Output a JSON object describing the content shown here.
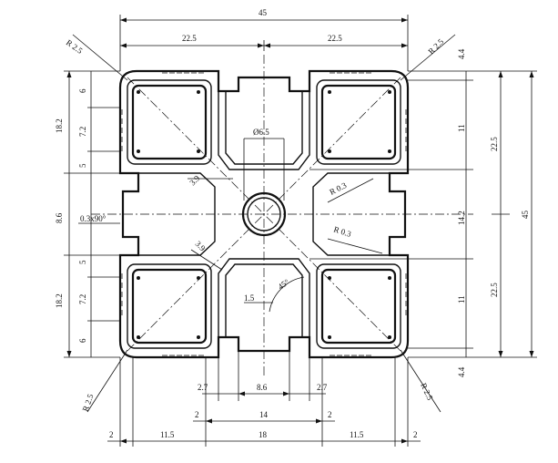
{
  "labels": {
    "top_overall": "45",
    "top_left_half": "22.5",
    "top_right_half": "22.5",
    "radius_top_left": "R 2.5",
    "radius_top_right": "R 2.5",
    "radius_bottom_left": "R 2.5",
    "radius_bottom_right": "R 2.5",
    "right_top_edge": "4.4",
    "right_bottom_edge": "4.4",
    "right_upper_11": "11",
    "right_lower_11": "11",
    "right_center_slot": "14.2",
    "right_upper_half": "22.5",
    "right_lower_half": "22.5",
    "right_overall": "45",
    "left_upper_slot": "18.2",
    "left_lower_slot": "18.2",
    "left_center": "8.6",
    "left_upper_6": "6",
    "left_upper_72": "7.2",
    "left_upper_5": "5",
    "left_lower_5": "5",
    "left_lower_72": "7.2",
    "left_lower_6": "6",
    "chamfer": "0.3x90°",
    "bore": "Ø6.5",
    "web_upper": "3.9",
    "web_lower": "3.9",
    "fillet_upper": "R 0.3",
    "fillet_lower": "R 0.3",
    "wall": "1.5",
    "angle": "45°",
    "bottom_27_left": "2.7",
    "bottom_86": "8.6",
    "bottom_27_right": "2.7",
    "bottom_2_left": "2",
    "bottom_14": "14",
    "bottom_2_right": "2",
    "bottom_2_outer_left": "2",
    "bottom_115_left": "11.5",
    "bottom_18": "18",
    "bottom_115_right": "11.5",
    "bottom_2_outer_right": "2"
  }
}
